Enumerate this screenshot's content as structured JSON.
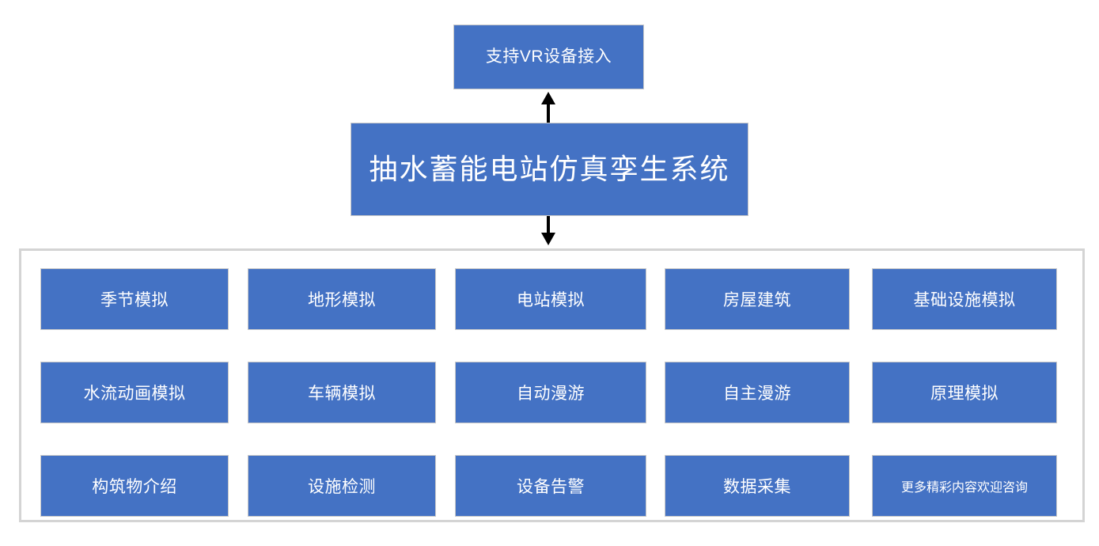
{
  "diagram": {
    "title": "抽水蓄能电站仿真孪生系统",
    "top_node": {
      "label": "支持VR设备接入"
    },
    "system_node": {
      "label": "抽水蓄能电站仿真孪生系统"
    },
    "connectors": [
      {
        "name": "system-to-vr",
        "direction": "up",
        "from": "抽水蓄能电站仿真孪生系统",
        "to": "支持VR设备接入"
      },
      {
        "name": "system-to-features",
        "direction": "down",
        "from": "抽水蓄能电站仿真孪生系统",
        "to": "功能模块组"
      }
    ],
    "feature_grid": {
      "rows": [
        [
          {
            "label": "季节模拟",
            "small": false
          },
          {
            "label": "地形模拟",
            "small": false
          },
          {
            "label": "电站模拟",
            "small": false
          },
          {
            "label": "房屋建筑",
            "small": false
          },
          {
            "label": "基础设施模拟",
            "small": false
          }
        ],
        [
          {
            "label": "水流动画模拟",
            "small": false
          },
          {
            "label": "车辆模拟",
            "small": false
          },
          {
            "label": "自动漫游",
            "small": false
          },
          {
            "label": "自主漫游",
            "small": false
          },
          {
            "label": "原理模拟",
            "small": false
          }
        ],
        [
          {
            "label": "构筑物介绍",
            "small": false
          },
          {
            "label": "设施检测",
            "small": false
          },
          {
            "label": "设备告警",
            "small": false
          },
          {
            "label": "数据采集",
            "small": false
          },
          {
            "label": "更多精彩内容欢迎咨询",
            "small": true
          }
        ]
      ]
    },
    "colors": {
      "node_fill": "#4472c4",
      "node_text": "#ffffff",
      "node_border": "#c8c8c8",
      "container_border": "#d4d4d4",
      "arrow": "#000000",
      "background": "#ffffff"
    }
  }
}
